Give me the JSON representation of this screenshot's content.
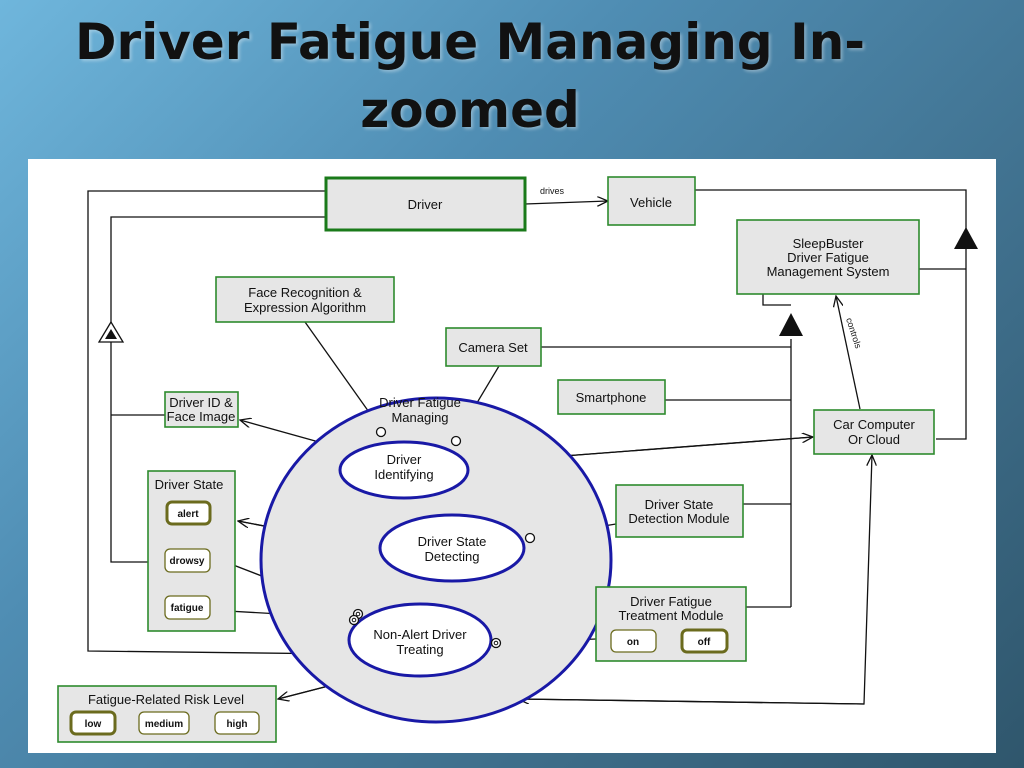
{
  "slide": {
    "title_line1": "Driver Fatigue Managing In-",
    "title_line2": "zoomed"
  },
  "diagram": {
    "objects": {
      "driver": "Driver",
      "vehicle": "Vehicle",
      "sleepbuster": [
        "SleepBuster",
        "Driver Fatigue",
        "Management System"
      ],
      "face_algorithm": [
        "Face Recognition & ",
        "Expression Algorithm"
      ],
      "camera_set": "Camera Set",
      "smartphone": "Smartphone",
      "driver_id": [
        "Driver ID & ",
        "Face Image"
      ],
      "car_computer": [
        "Car Computer",
        "Or Cloud"
      ],
      "driver_state": {
        "label": "Driver State",
        "states": [
          "alert",
          "drowsy",
          "fatigue"
        ],
        "current": "alert"
      },
      "detection_module": [
        "Driver State",
        "Detection Module"
      ],
      "treatment_module": {
        "label": [
          "Driver Fatigue",
          "Treatment Module"
        ],
        "states": [
          "on",
          "off"
        ],
        "current": "off"
      },
      "risk_level": {
        "label": "Fatigue-Related Risk Level",
        "states": [
          "low",
          "medium",
          "high"
        ],
        "current": "low"
      }
    },
    "processes": {
      "main": [
        "Driver Fatigue",
        "Managing"
      ],
      "identifying": [
        "Driver",
        "Identifying"
      ],
      "detecting": [
        "Driver State",
        "Detecting"
      ],
      "treating": [
        "Non-Alert Driver",
        "Treating"
      ]
    },
    "link_labels": {
      "drives": "drives",
      "controls": "controls"
    }
  }
}
